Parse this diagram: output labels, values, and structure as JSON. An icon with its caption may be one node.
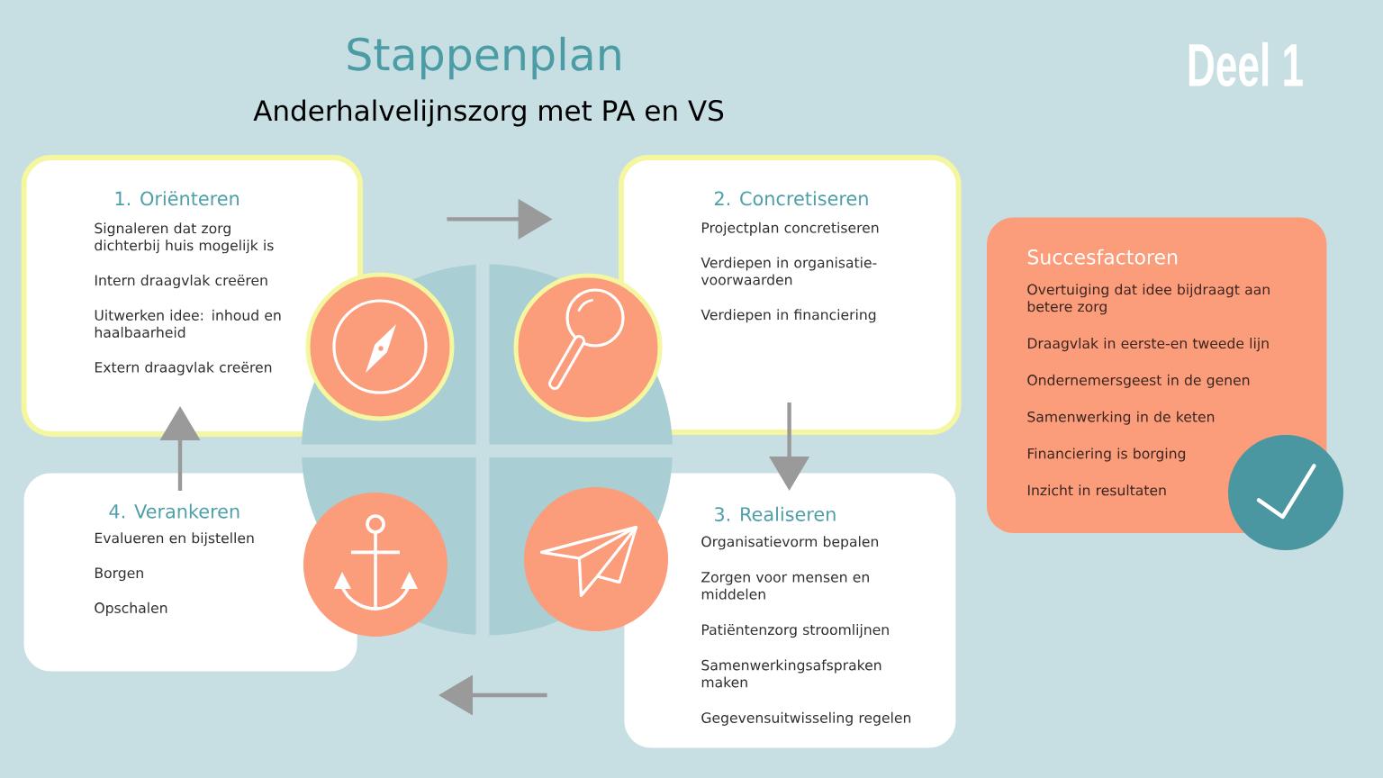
{
  "diagram": {
    "title": "Stappenplan",
    "nodes": [
      {
        "text": [
          "1. Oriënteren",
          "Signaleren dat zorg dichterbij huis mogelijk is",
          "Intern draagvlak creëren",
          "Uitwerken idee: inhoud en haalbaarheid",
          "Extern draagvlak creëren"
        ]
      },
      {
        "text": [
          "2. Concretiseren",
          "Projectplan concretiseren",
          "Verdiepen in organisatie-voorwaarden",
          "Verdiepen in financiering"
        ]
      },
      {
        "text": [
          "3. Realiseren",
          "Organisatievorm bepalen",
          "Zorgen voor mensen en middelen",
          "Patiëntenzorg stroomlijnen",
          "Samenwerkingsafspraken maken",
          "Gegevensuitwisseling regelen"
        ]
      },
      {
        "text": [
          "4. Verankeren",
          "Evalueren en bijstellen",
          "Borgen",
          "Opschalen"
        ]
      },
      {
        "text": [
          "Succesfactoren",
          "Overtuiging dat idee bijdraagt aan betere zorg",
          "Draagvlak in eerste-en tweede lijn",
          "Ondernemersgeest in de genen",
          "Samenwerking in de keten",
          "Financiering is borging",
          "Inzicht in resultaten"
        ]
      }
    ],
    "edges": [
      {
        "from": 0,
        "to": 1,
        "arrow": "to"
      },
      {
        "from": 1,
        "to": 2,
        "arrow": "to"
      },
      {
        "from": 2,
        "to": 3,
        "arrow": "to"
      },
      {
        "from": 3,
        "to": 0,
        "arrow": "to"
      }
    ],
    "labels": [
      "Anderhalvelijnszorg met PA en VS",
      "Deel 1"
    ]
  }
}
